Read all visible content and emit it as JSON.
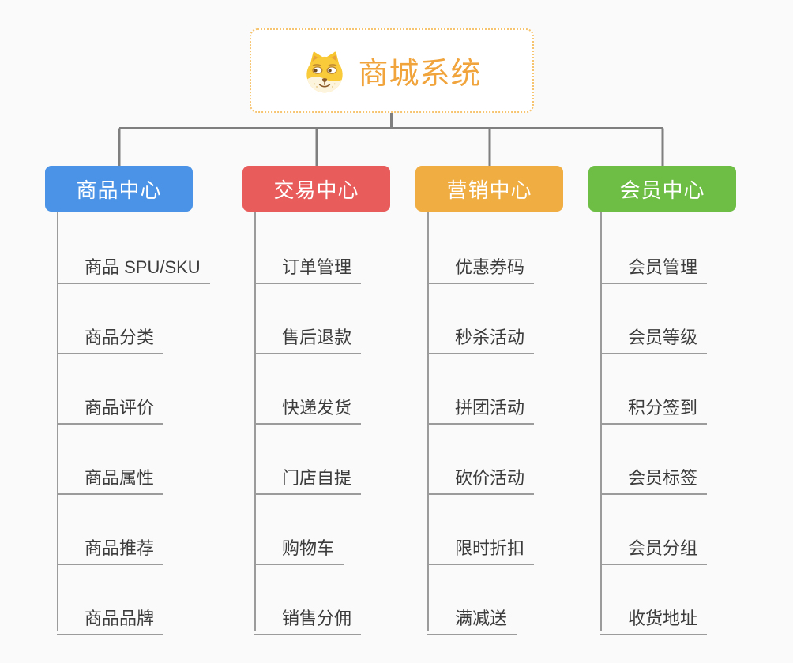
{
  "root": {
    "title": "商城系统",
    "icon": "dog-face-icon"
  },
  "branches": [
    {
      "label": "商品中心",
      "color": "#4a93e7",
      "children": [
        "商品 SPU/SKU",
        "商品分类",
        "商品评价",
        "商品属性",
        "商品推荐",
        "商品品牌"
      ]
    },
    {
      "label": "交易中心",
      "color": "#e85c5c",
      "children": [
        "订单管理",
        "售后退款",
        "快递发货",
        "门店自提",
        "购物车",
        "销售分佣"
      ]
    },
    {
      "label": "营销中心",
      "color": "#efad42",
      "children": [
        "优惠券码",
        "秒杀活动",
        "拼团活动",
        "砍价活动",
        "限时折扣",
        "满减送"
      ]
    },
    {
      "label": "会员中心",
      "color": "#6ebe45",
      "children": [
        "会员管理",
        "会员等级",
        "积分签到",
        "会员标签",
        "会员分组",
        "收货地址"
      ]
    }
  ],
  "colors": {
    "page_background": "#fafafa",
    "connector_line": "#7f7f7f",
    "leaf_underline": "#9b9b9b",
    "leaf_text": "#3c3c3c",
    "root_border": "#f6c36f",
    "root_title": "#f0a43b"
  }
}
